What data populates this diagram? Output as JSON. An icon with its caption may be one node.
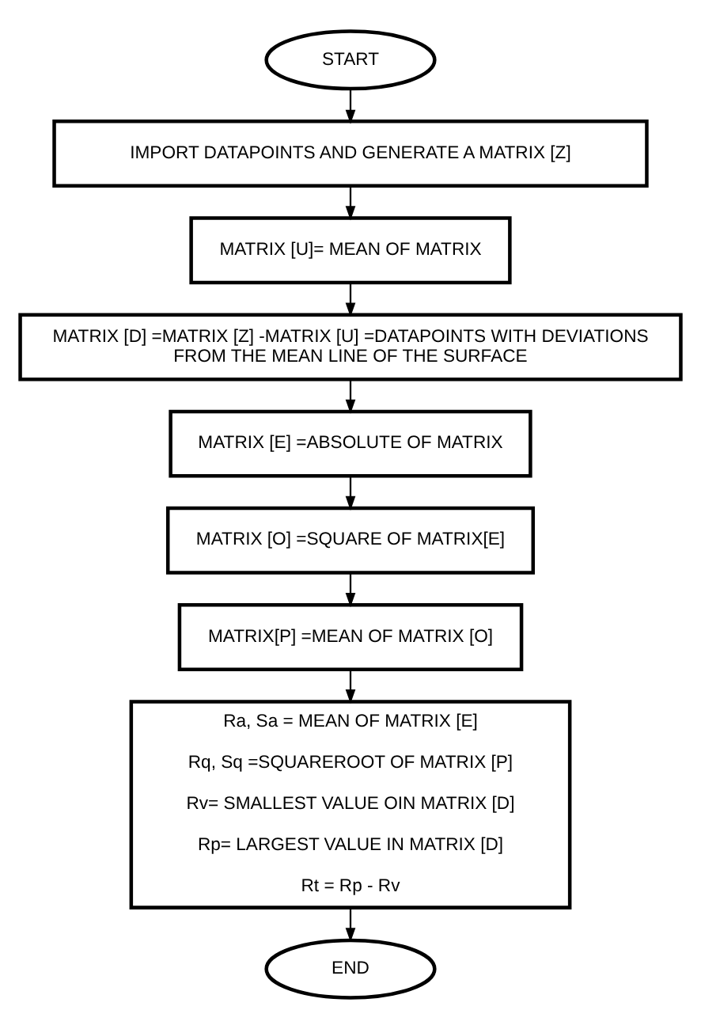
{
  "diagram": {
    "nodes": [
      {
        "text": [
          "START"
        ]
      },
      {
        "text": [
          "IMPORT DATAPOINTS AND GENERATE A MATRIX [Z]"
        ]
      },
      {
        "text": [
          "MATRIX [U]= MEAN OF MATRIX"
        ]
      },
      {
        "text": [
          "MATRIX [D] =MATRIX [Z] -MATRIX [U] =DATAPOINTS WITH DEVIATIONS FROM THE MEAN LINE OF THE SURFACE"
        ]
      },
      {
        "text": [
          "MATRIX [E] =ABSOLUTE OF MATRIX"
        ]
      },
      {
        "text": [
          "MATRIX [O] =SQUARE OF MATRIX[E]"
        ]
      },
      {
        "text": [
          "MATRIX[P] =MEAN OF MATRIX [O]"
        ]
      },
      {
        "text": [
          "Ra, Sa = MEAN OF MATRIX [E]",
          "Rq, Sq =SQUAREROOT OF MATRIX [P]",
          "Rv= SMALLEST VALUE OIN MATRIX [D]",
          "Rp= LARGEST VALUE IN MATRIX [D]",
          "Rt = Rp - Rv"
        ]
      },
      {
        "text": [
          "END"
        ]
      }
    ],
    "edges": [
      {
        "from": 0,
        "to": 1,
        "arrow": "to"
      },
      {
        "from": 1,
        "to": 2,
        "arrow": "to"
      },
      {
        "from": 2,
        "to": 3,
        "arrow": "to"
      },
      {
        "from": 3,
        "to": 4,
        "arrow": "to"
      },
      {
        "from": 4,
        "to": 5,
        "arrow": "to"
      },
      {
        "from": 5,
        "to": 6,
        "arrow": "to"
      },
      {
        "from": 6,
        "to": 7,
        "arrow": "to"
      },
      {
        "from": 7,
        "to": 8,
        "arrow": "to"
      }
    ]
  }
}
